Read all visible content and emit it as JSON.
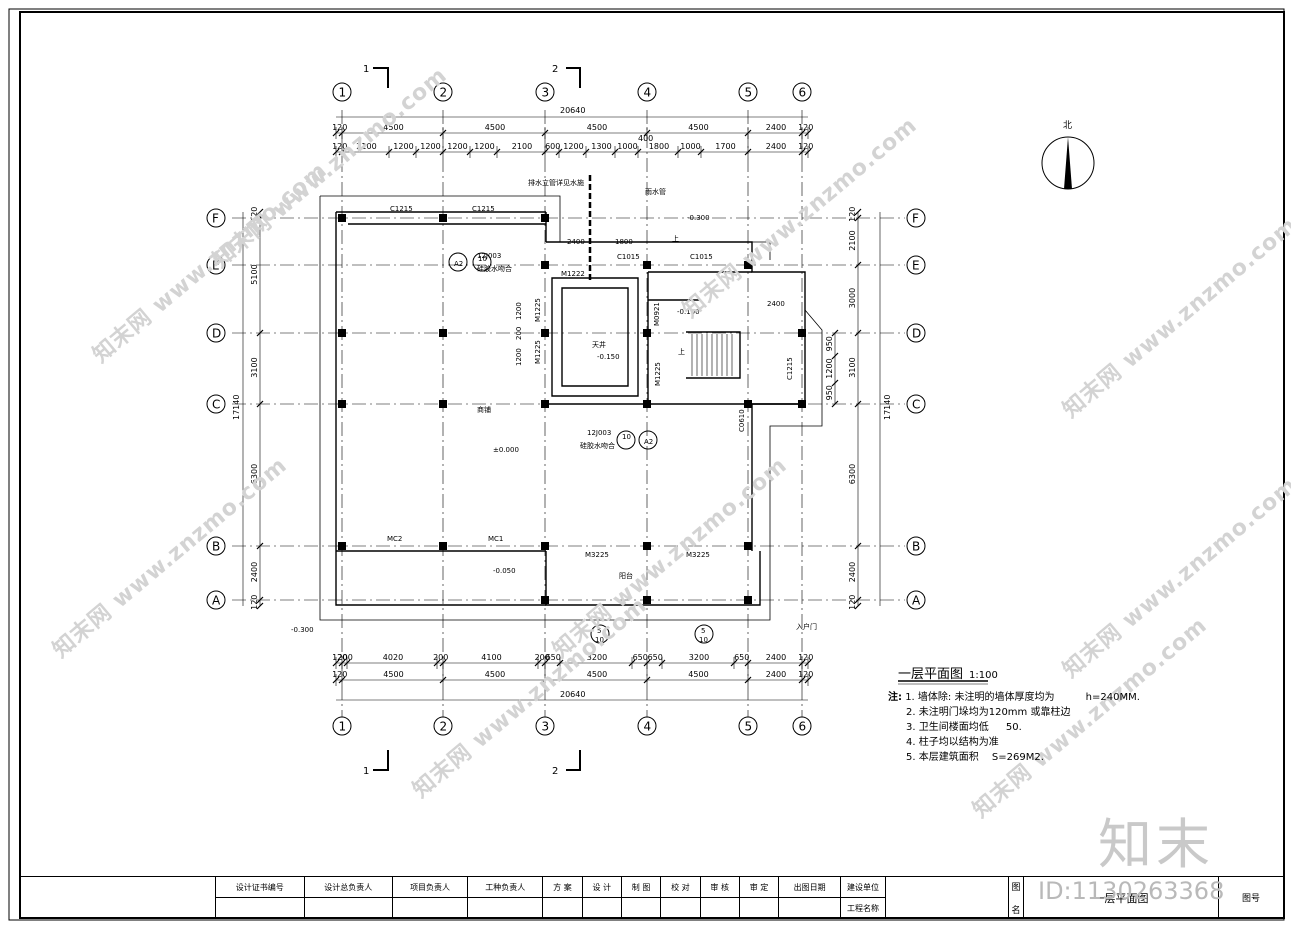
{
  "drawing": {
    "title": "一层平面图",
    "scale": "1:100",
    "north": "北",
    "axes_numbers": [
      "1",
      "2",
      "3",
      "4",
      "5",
      "6"
    ],
    "axes_letters": [
      "A",
      "B",
      "C",
      "D",
      "E",
      "F"
    ],
    "section_marks": [
      "1",
      "2"
    ],
    "dims_top_overall": "20640",
    "dims_top_row1": [
      "120",
      "4500",
      "4500",
      "4500",
      "4500",
      "2400",
      "120"
    ],
    "dims_top_row2": [
      "120",
      "2100",
      "1200",
      "1200",
      "1200",
      "1200",
      "2100",
      "600",
      "1200",
      "1300",
      "1000",
      "1800",
      "1000",
      "1700",
      "2400",
      "120"
    ],
    "dim_top_extra": "400",
    "dims_bottom_row1": [
      "120",
      "200",
      "4020",
      "200",
      "4100",
      "200",
      "650",
      "3200",
      "650",
      "650",
      "3200",
      "650",
      "2400",
      "120"
    ],
    "dims_bottom_row2": [
      "120",
      "4500",
      "4500",
      "4500",
      "4500",
      "2400",
      "120"
    ],
    "dims_bottom_overall": "20640",
    "dims_left_overall": "17140",
    "dims_left": [
      "120",
      "5100",
      "3100",
      "6300",
      "2400",
      "120"
    ],
    "dims_right_overall": "17140",
    "dims_right_outer": [
      "120",
      "2100",
      "3000",
      "3100",
      "6300",
      "2400",
      "120"
    ],
    "dims_right_inner": [
      "950",
      "1200",
      "950"
    ],
    "labels": {
      "c1215_a": "C1215",
      "c1215_b": "C1215",
      "c1215_c": "C1215",
      "c1015_a": "C1015",
      "c1015_b": "C1015",
      "m1222": "M1222",
      "m1225_a": "M1225",
      "m1225_b": "M1225",
      "m1225_c": "M1225",
      "m0921": "M0921",
      "c0610": "C0610",
      "mc1": "MC1",
      "mc2": "MC2",
      "m3225_a": "M3225",
      "m3225_b": "M3225",
      "shop": "商铺",
      "yard": "天井",
      "terrace": "阳台",
      "lvl_0": "±0.000",
      "lvl_050": "-0.050",
      "lvl_100": "-0.100",
      "lvl_150": "-0.150",
      "lvl_300a": "-0.300",
      "lvl_300b": "-0.300",
      "dim_2400": "2400",
      "dim_1800": "1800",
      "dim_2400b": "2400",
      "ref_12j003_a": "12J003",
      "ref_12j003_b": "12J003",
      "ref_note_a": "硅胶水吻合",
      "ref_note_b": "硅胶水吻合",
      "ref_num_10": "10",
      "ref_a12": "A2",
      "detail_5": "5",
      "detail_10": "10",
      "pipe_a": "排水立管详见水施",
      "pipe_b": "雨水管",
      "stair_up": "上",
      "stair_up2": "上",
      "entrance": "入户门",
      "left_dims_small": [
        "1200",
        "200",
        "1200"
      ]
    },
    "notes_prefix": "注:",
    "notes": [
      "1. 墙体除: 未注明的墙体厚度均为",
      "2. 未注明门垛均为120mm 或靠柱边",
      "3. 卫生间楼面均低",
      "4. 柱子均以结构为准",
      "5. 本层建筑面积"
    ],
    "notes_values": [
      "h=240MM.",
      "",
      "50.",
      "",
      "S=269M2."
    ]
  },
  "title_block": {
    "cells": [
      "设计证书编号",
      "设计总负责人",
      "项目负责人",
      "工种负责人",
      "方 案",
      "设 计",
      "制 图",
      "校 对",
      "审 核",
      "审 定",
      "出图日期",
      "建设单位"
    ],
    "row2": [
      "工程名称"
    ],
    "side_labels": [
      "图",
      "名"
    ],
    "drawing_name": "一层平面图",
    "sheet_no_label": "图号"
  },
  "watermarks": {
    "brand": "知末",
    "id": "ID:1130263368",
    "site": "知末网 www.znzmo.com"
  }
}
